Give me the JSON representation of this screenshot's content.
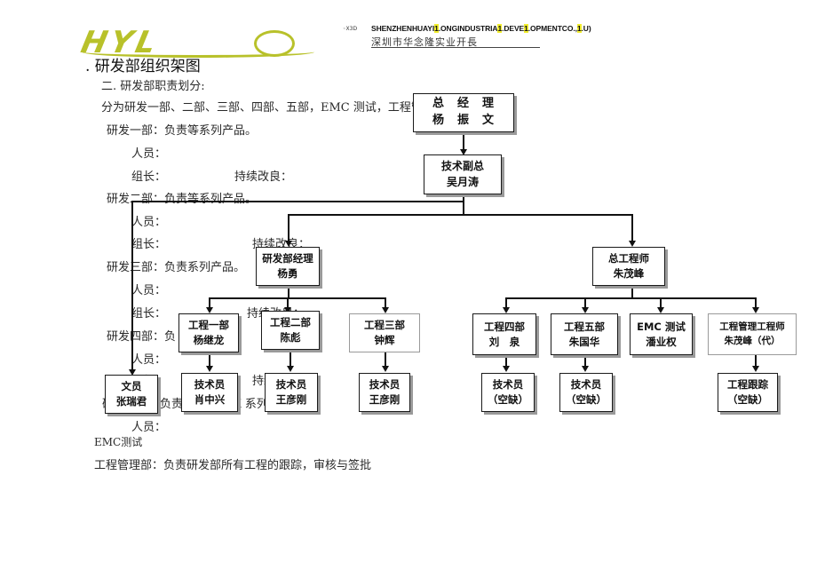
{
  "header": {
    "logo_text": "HYL",
    "code": "◦X3D",
    "company_en_parts": [
      "SHENZHENHUAYI",
      "1",
      ".ONGINDUSTRIA",
      "1",
      ".DEVE",
      "1",
      ".OPMENTCO.,",
      "1",
      ".U)"
    ],
    "company_cn": "深圳市华念隆实业开長"
  },
  "doc": {
    "title": ". 研发部组织架图",
    "section": "二. 研发部职责划分:",
    "intro": "分为研发一部、二部、三部、四部、五部，EMC 测试，工程管",
    "lines": [
      "研发一部：负责等系列产品。",
      "人员：",
      "组长：",
      "持续改良：",
      "研发二部：负责等系列产品。",
      "人员：",
      "组长：",
      "持续改良：",
      "研发三部：负责系列产品。",
      "人员：",
      "组长：",
      "持续改良：",
      "研发四部：负",
      "人员：",
      "组长：",
      "持续改良：",
      "研",
      "负责",
      "K 系列",
      "人员：",
      "EMC测试",
      "工程管理部：负责研发部所有工程的跟踪，审核与签批"
    ]
  },
  "org": {
    "gm": [
      "总　经　理",
      "杨　振　文"
    ],
    "vp": [
      "技术副总",
      "吴月涛"
    ],
    "rd_manager": [
      "研发部经理",
      "杨勇"
    ],
    "chief_engineer": [
      "总工程师",
      "朱茂峰"
    ],
    "dept1": [
      "工程一部",
      "杨继龙"
    ],
    "dept2": [
      "工程二部",
      "陈彪"
    ],
    "dept3": [
      "工程三部",
      "钟辉"
    ],
    "dept4": [
      "工程四部",
      "刘　泉"
    ],
    "dept5": [
      "工程五部",
      "朱国华"
    ],
    "emc": [
      "EMC 测试",
      "潘业权"
    ],
    "pm": [
      "工程管理工程师",
      "朱茂峰（代）"
    ],
    "clerk": [
      "文员",
      "张瑞君"
    ],
    "tech1": [
      "技术员",
      "肖中兴"
    ],
    "tech2": [
      "技术员",
      "王彦刚"
    ],
    "tech3": [
      "技术员",
      "王彦刚"
    ],
    "tech4": [
      "技术员",
      "（空缺）"
    ],
    "tech5": [
      "技术员",
      "（空缺）"
    ],
    "tracking": [
      "工程跟踪",
      "（空缺）"
    ]
  },
  "colors": {
    "logo": "#b8c12a",
    "highlight": "#f2ee2e"
  }
}
